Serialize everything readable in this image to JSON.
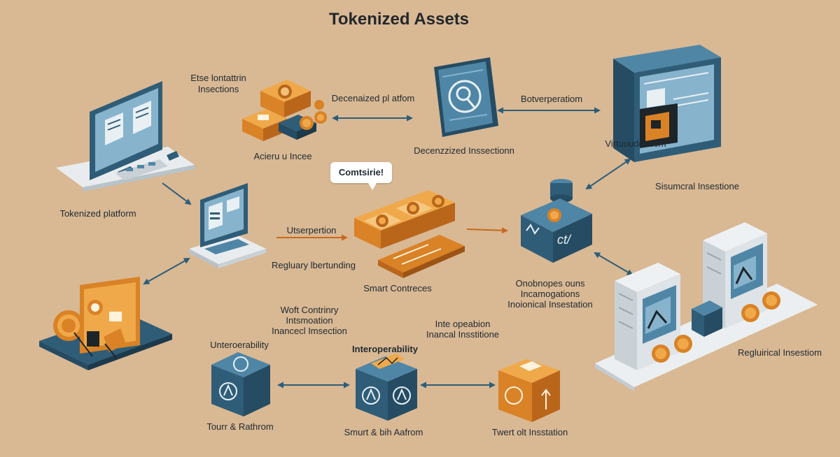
{
  "title": "Tokenized Assets",
  "colors": {
    "background": "#d9b894",
    "blue_dark": "#2f5d78",
    "blue_mid": "#4f86a6",
    "blue_light": "#87b3cc",
    "orange": "#d98226",
    "orange_light": "#f0a94a",
    "connector_blue": "#2c5d78",
    "connector_orange": "#c8691f"
  },
  "bubble": {
    "text": "Comtsirie!"
  },
  "labels": {
    "top_left_caption_line1": "Etse lontattrin",
    "top_left_caption_line2": "Insections",
    "tokenized_platform": "Tokenized platform",
    "acierul_incee": "Acieru u Incee",
    "decentralized_platform": "Decenaized pl atfom",
    "decentralized_insection": "Decenzzized Inssectionn",
    "botverperation": "Botverperatiom",
    "virtuoudentiom": "Virtuoudentiom",
    "sisumcral_insestione": "Sisumcral Insestione",
    "utserpertion": "Utserpertion",
    "regluary_lbertunding": "Regluary lbertunding",
    "smart_contreces": "Smart Contreces",
    "onobnopes_line1": "Onobnopes ouns",
    "onobnopes_line2": "Incamogations",
    "onobnopes_line3": "Inoionical Insestation",
    "woft_line1": "Woft Contrinry",
    "woft_line2": "Intsmoation",
    "woft_line3": "Inancecl Imsection",
    "inte_line1": "Inte opeabion",
    "inte_line2": "Inancal Insstitione",
    "unteroerability": "Unteroerability",
    "interoperability": "Interoperability",
    "tourr_rathrom": "Tourr & Rathrom",
    "smurt_aafrom": "Smurt & bih Aafrom",
    "twert_insstation": "Twert olt Insstation",
    "regluirical_insestion": "Regluirical Insestiom",
    "box_glyph": "ct/"
  },
  "icons": [
    "desktop-monitor-icon",
    "laptop-icon",
    "coin-billboard-icon",
    "orange-token-blocks-icon",
    "security-tablet-icon",
    "server-screen-icon",
    "smart-contract-blocks-icon",
    "database-cube-icon",
    "server-racks-coins-icon",
    "token-cube-icon",
    "interop-cube-icon",
    "dollar-cube-icon"
  ]
}
